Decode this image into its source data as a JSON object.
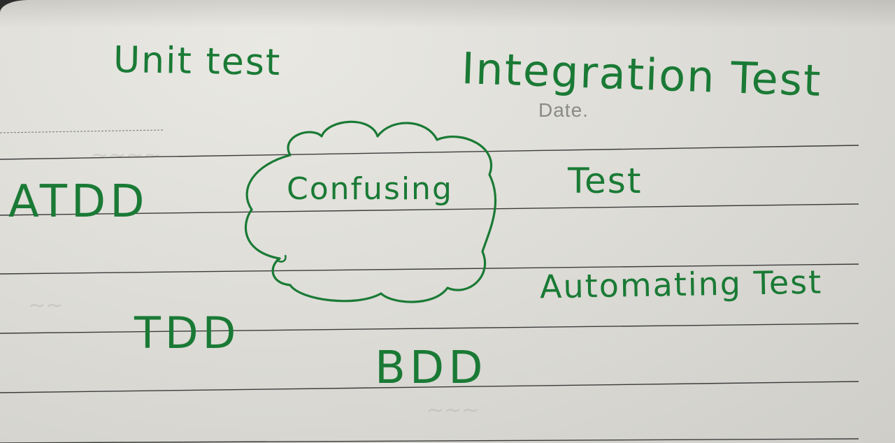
{
  "page": {
    "printed_label": "Date.",
    "ink_color": "#1a7a35",
    "paper_color": "#dedcd7",
    "rule_color": "#3a3a3a"
  },
  "notes": {
    "unit_test": "Unit test",
    "integration_test": "Integration Test",
    "confusing": "Confusing",
    "atdd": "ATDD",
    "test": "Test",
    "automating_test": "Automating Test",
    "tdd": "TDD",
    "bdd": "BDD"
  }
}
